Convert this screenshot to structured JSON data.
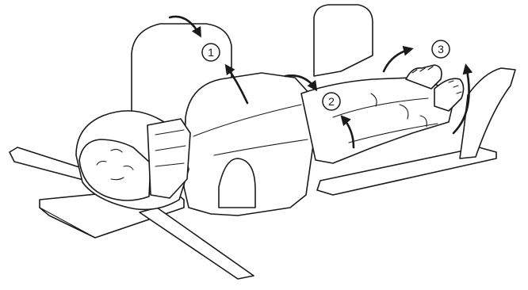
{
  "diagram": {
    "steps": [
      {
        "label": "1"
      },
      {
        "label": "2"
      },
      {
        "label": "3"
      }
    ],
    "colors": {
      "line": "#1a1a1a",
      "background": "#ffffff"
    }
  }
}
